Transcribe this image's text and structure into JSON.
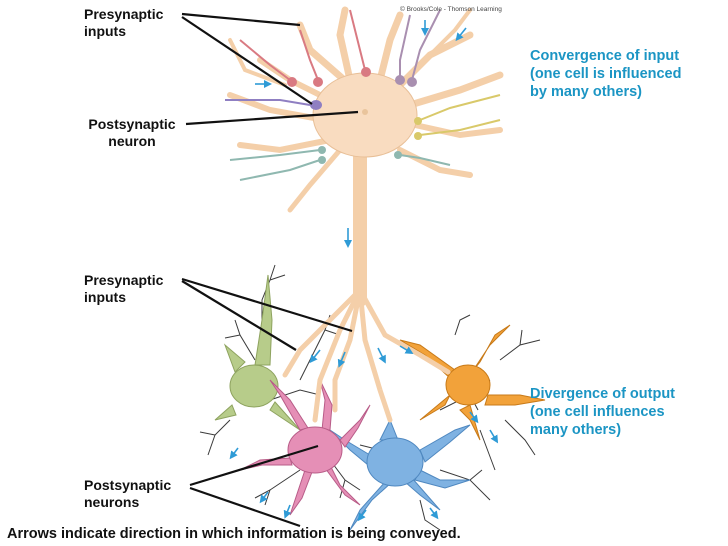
{
  "credit": "© Brooks/Cole - Thomson Learning",
  "labels": {
    "presynaptic_top": [
      "Presynaptic",
      "inputs"
    ],
    "postsynaptic_neuron": [
      "Postsynaptic",
      "neuron"
    ],
    "presynaptic_bottom": [
      "Presynaptic",
      "inputs"
    ],
    "postsynaptic_neurons": [
      "Postsynaptic",
      "neurons"
    ]
  },
  "convergence": [
    "Convergence of input",
    "(one cell is influenced",
    "by many others)"
  ],
  "divergence": [
    "Divergence of output",
    "(one cell influences",
    "many others)"
  ],
  "caption": "Arrows indicate direction in which information is being conveyed.",
  "colors": {
    "main_neuron": "#f9dcc0",
    "main_outline": "#c9a27e",
    "green_neuron": "#b7cc8a",
    "pink_neuron": "#e58fb6",
    "blue_neuron": "#7fb2e2",
    "orange_neuron": "#f2a23a",
    "arrow": "#2f9bd6",
    "label_blue": "#1b95c4"
  }
}
